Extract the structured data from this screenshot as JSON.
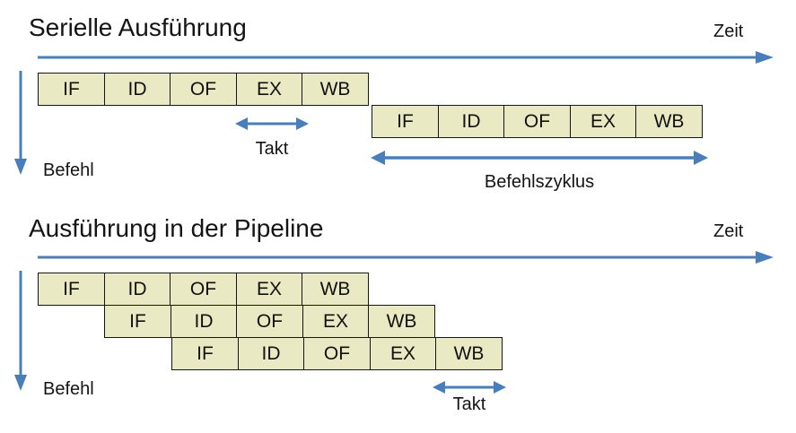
{
  "colors": {
    "arrow_blue": "#4a7ebb",
    "box_fill": "#e9e9c4",
    "box_border": "#161616",
    "text": "#141414"
  },
  "stage_labels": [
    "IF",
    "ID",
    "OF",
    "EX",
    "WB"
  ],
  "serial": {
    "title": "Serielle Ausführung",
    "time_label": "Zeit",
    "instruction_label": "Befehl",
    "takt_label": "Takt",
    "cycle_label": "Befehlszyklus",
    "rows": [
      {
        "stages": [
          "IF",
          "ID",
          "OF",
          "EX",
          "WB"
        ]
      },
      {
        "stages": [
          "IF",
          "ID",
          "OF",
          "EX",
          "WB"
        ]
      }
    ]
  },
  "pipeline": {
    "title": "Ausführung in der Pipeline",
    "time_label": "Zeit",
    "instruction_label": "Befehl",
    "takt_label": "Takt",
    "rows": [
      {
        "stages": [
          "IF",
          "ID",
          "OF",
          "EX",
          "WB"
        ]
      },
      {
        "stages": [
          "IF",
          "ID",
          "OF",
          "EX",
          "WB"
        ]
      },
      {
        "stages": [
          "IF",
          "ID",
          "OF",
          "EX",
          "WB"
        ]
      }
    ]
  }
}
